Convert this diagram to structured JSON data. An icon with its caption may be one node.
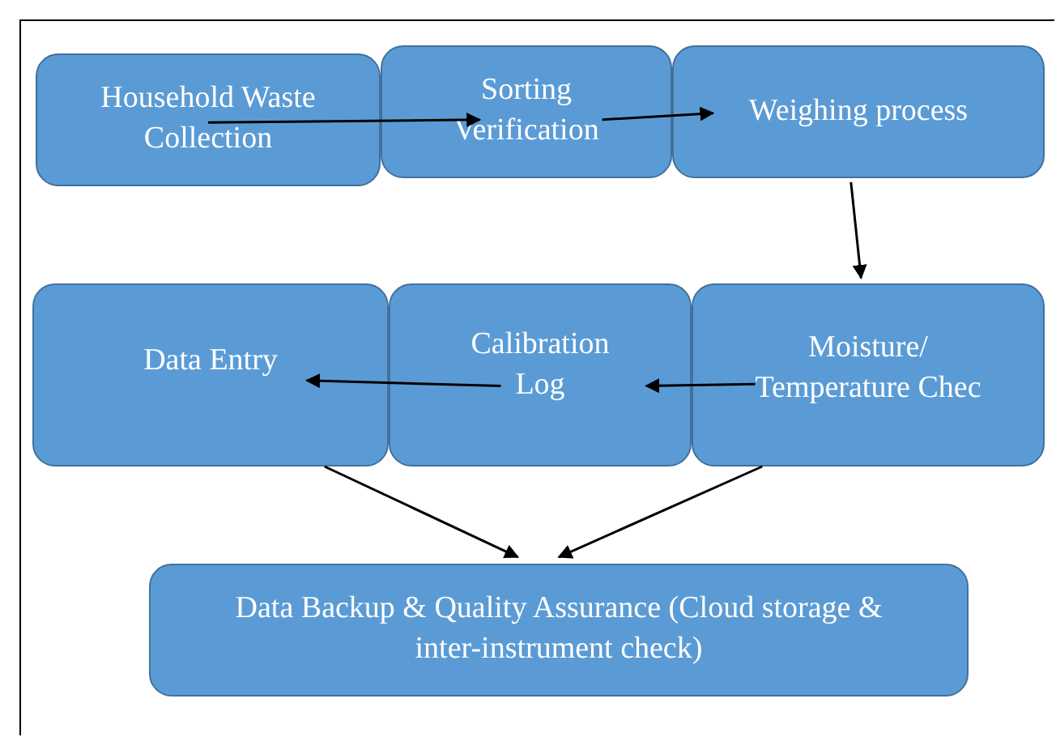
{
  "diagram": {
    "nodes": [
      {
        "text": [
          "Household Waste Collection"
        ]
      },
      {
        "text": [
          "Sorting Verification"
        ]
      },
      {
        "text": [
          "Weighing process"
        ]
      },
      {
        "text": [
          "Data Entry"
        ]
      },
      {
        "text": [
          "Calibration Log"
        ]
      },
      {
        "text": [
          "Moisture/ Temperature Chec"
        ]
      },
      {
        "text": [
          "Data Backup & Quality Assurance (Cloud storage & inter-instrument check)"
        ]
      }
    ],
    "edges": [
      {
        "from": 0,
        "to": 1,
        "arrow": "to"
      },
      {
        "from": 1,
        "to": 2,
        "arrow": "to"
      },
      {
        "from": 2,
        "to": 5,
        "arrow": "to"
      },
      {
        "from": 5,
        "to": 4,
        "arrow": "to"
      },
      {
        "from": 4,
        "to": 3,
        "arrow": "to"
      },
      {
        "from": 3,
        "to": 6,
        "arrow": "to"
      },
      {
        "from": 5,
        "to": 6,
        "arrow": "to"
      }
    ]
  }
}
